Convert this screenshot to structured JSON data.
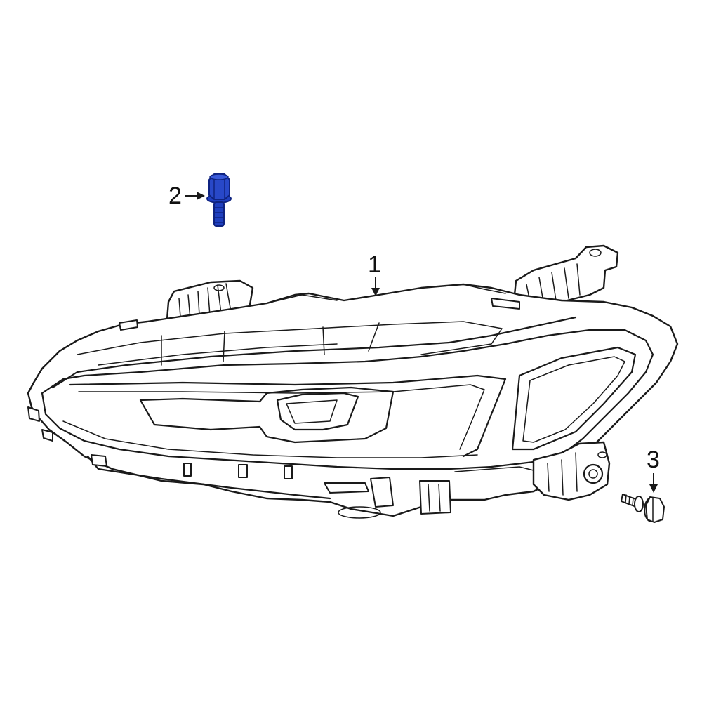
{
  "callouts": [
    {
      "id": "1",
      "label": "1",
      "part": "headlamp-assembly"
    },
    {
      "id": "2",
      "label": "2",
      "part": "headlamp-bolt"
    },
    {
      "id": "3",
      "label": "3",
      "part": "flange-bolt"
    }
  ],
  "colors": {
    "line": "#1a1a1a",
    "highlight_part": "#1f3fbf",
    "highlight_dark": "#0f2380",
    "background": "#ffffff"
  }
}
